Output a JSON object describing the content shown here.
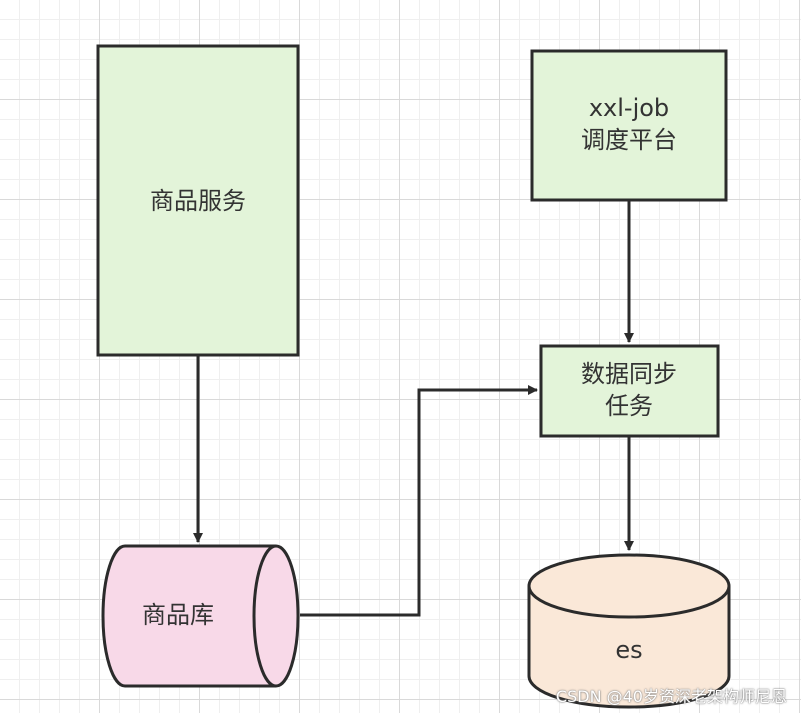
{
  "nodes": {
    "product_service": {
      "label": "商品服务"
    },
    "xxl_job": {
      "line1": "xxl-job",
      "line2": "调度平台"
    },
    "sync_task": {
      "line1": "数据同步",
      "line2": "任务"
    },
    "product_db": {
      "label": "商品库"
    },
    "es": {
      "label": "es"
    }
  },
  "edges": [
    {
      "from": "商品服务",
      "to": "商品库"
    },
    {
      "from": "商品库",
      "to": "数据同步任务"
    },
    {
      "from": "xxl-job调度平台",
      "to": "数据同步任务"
    },
    {
      "from": "数据同步任务",
      "to": "es"
    }
  ],
  "colors": {
    "process_fill": "#e3f4d9",
    "db_fill": "#f8d9e8",
    "es_fill": "#fae8d8",
    "stroke": "#2b2b2b"
  },
  "watermark": "CSDN @40岁资深老架构师尼恩"
}
